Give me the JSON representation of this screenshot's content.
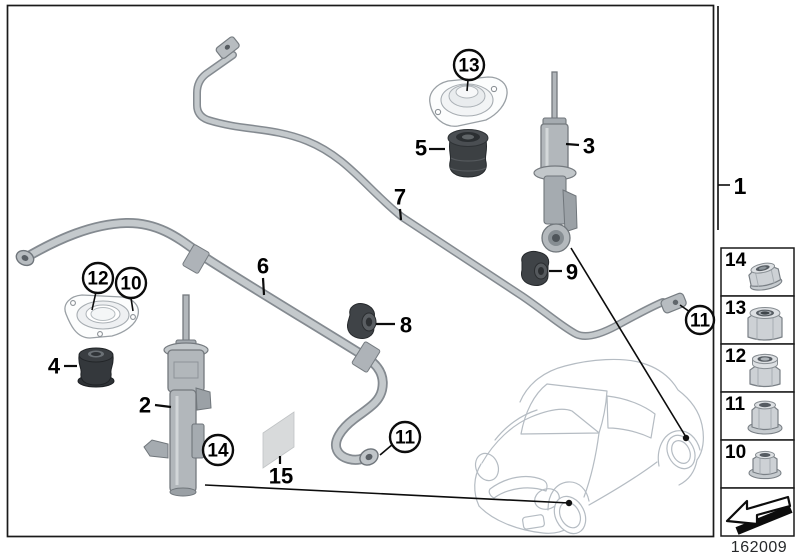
{
  "figure": {
    "doc_number": "162009",
    "callouts": {
      "c1": "1",
      "c2": "2",
      "c3": "3",
      "c4": "4",
      "c5": "5",
      "c6": "6",
      "c7": "7",
      "c8": "8",
      "c9": "9",
      "c10": "10",
      "c11": "11",
      "c12": "12",
      "c13": "13",
      "c14": "14",
      "c15": "15"
    },
    "legend": {
      "items": [
        {
          "number": "14",
          "icon": "flange-nut-icon"
        },
        {
          "number": "13",
          "icon": "self-locking-nut-icon"
        },
        {
          "number": "12",
          "icon": "self-locking-nut-icon"
        },
        {
          "number": "11",
          "icon": "flange-nut-icon"
        },
        {
          "number": "10",
          "icon": "flange-nut-icon"
        }
      ],
      "footer_icon": "installation-direction-arrow-icon"
    }
  }
}
